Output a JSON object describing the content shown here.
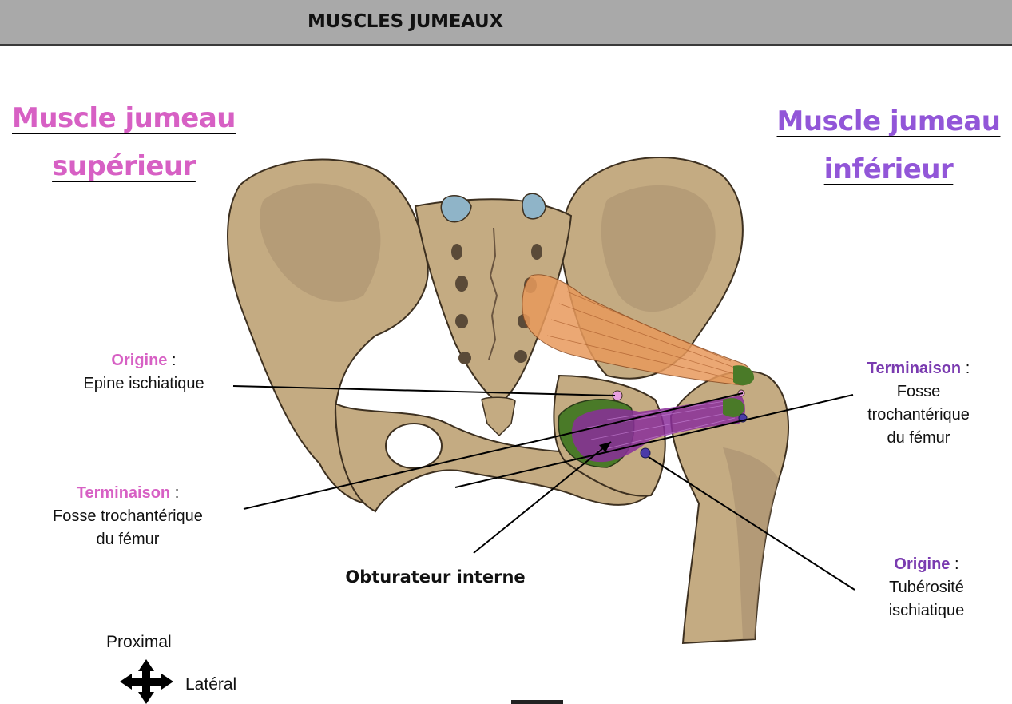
{
  "header": {
    "title": "MUSCLES JUMEAUX"
  },
  "titles": {
    "left": {
      "line1": "Muscle jumeau",
      "line2": "supérieur",
      "color": "#d760c4"
    },
    "right": {
      "line1": "Muscle jumeau",
      "line2": "inférieur",
      "color": "#9256d8"
    }
  },
  "labels": {
    "origin_superior": {
      "keyword": "Origine",
      "sep": " :",
      "text": "Epine ischiatique",
      "color": "#d760c4"
    },
    "termination_superior": {
      "keyword": "Terminaison",
      "sep": " :",
      "line1": "Fosse trochantérique",
      "line2": "du fémur",
      "color": "#d760c4"
    },
    "termination_inferior": {
      "keyword": "Terminaison",
      "sep": " :",
      "line1": "Fosse",
      "line2": "trochantérique",
      "line3": "du fémur",
      "color": "#7a3bb0"
    },
    "origin_inferior": {
      "keyword": "Origine",
      "sep": " :",
      "line1": "Tubérosité",
      "line2": "ischiatique",
      "color": "#7a3bb0"
    },
    "obturator": "Obturateur interne"
  },
  "orientation": {
    "proximal": "Proximal",
    "lateral": "Latéral"
  },
  "colors": {
    "bone": "#c4ab82",
    "bone_dark": "#9d8560",
    "bone_outline": "#3d3020",
    "cartilage": "#8fb4c8",
    "piriformis": "#e89a5c",
    "gemellus": "#8a2e9a",
    "insertion_green": "#4a7a28",
    "pink_dot": "#e8a0e0",
    "purple_dot": "#4a3aa8"
  }
}
